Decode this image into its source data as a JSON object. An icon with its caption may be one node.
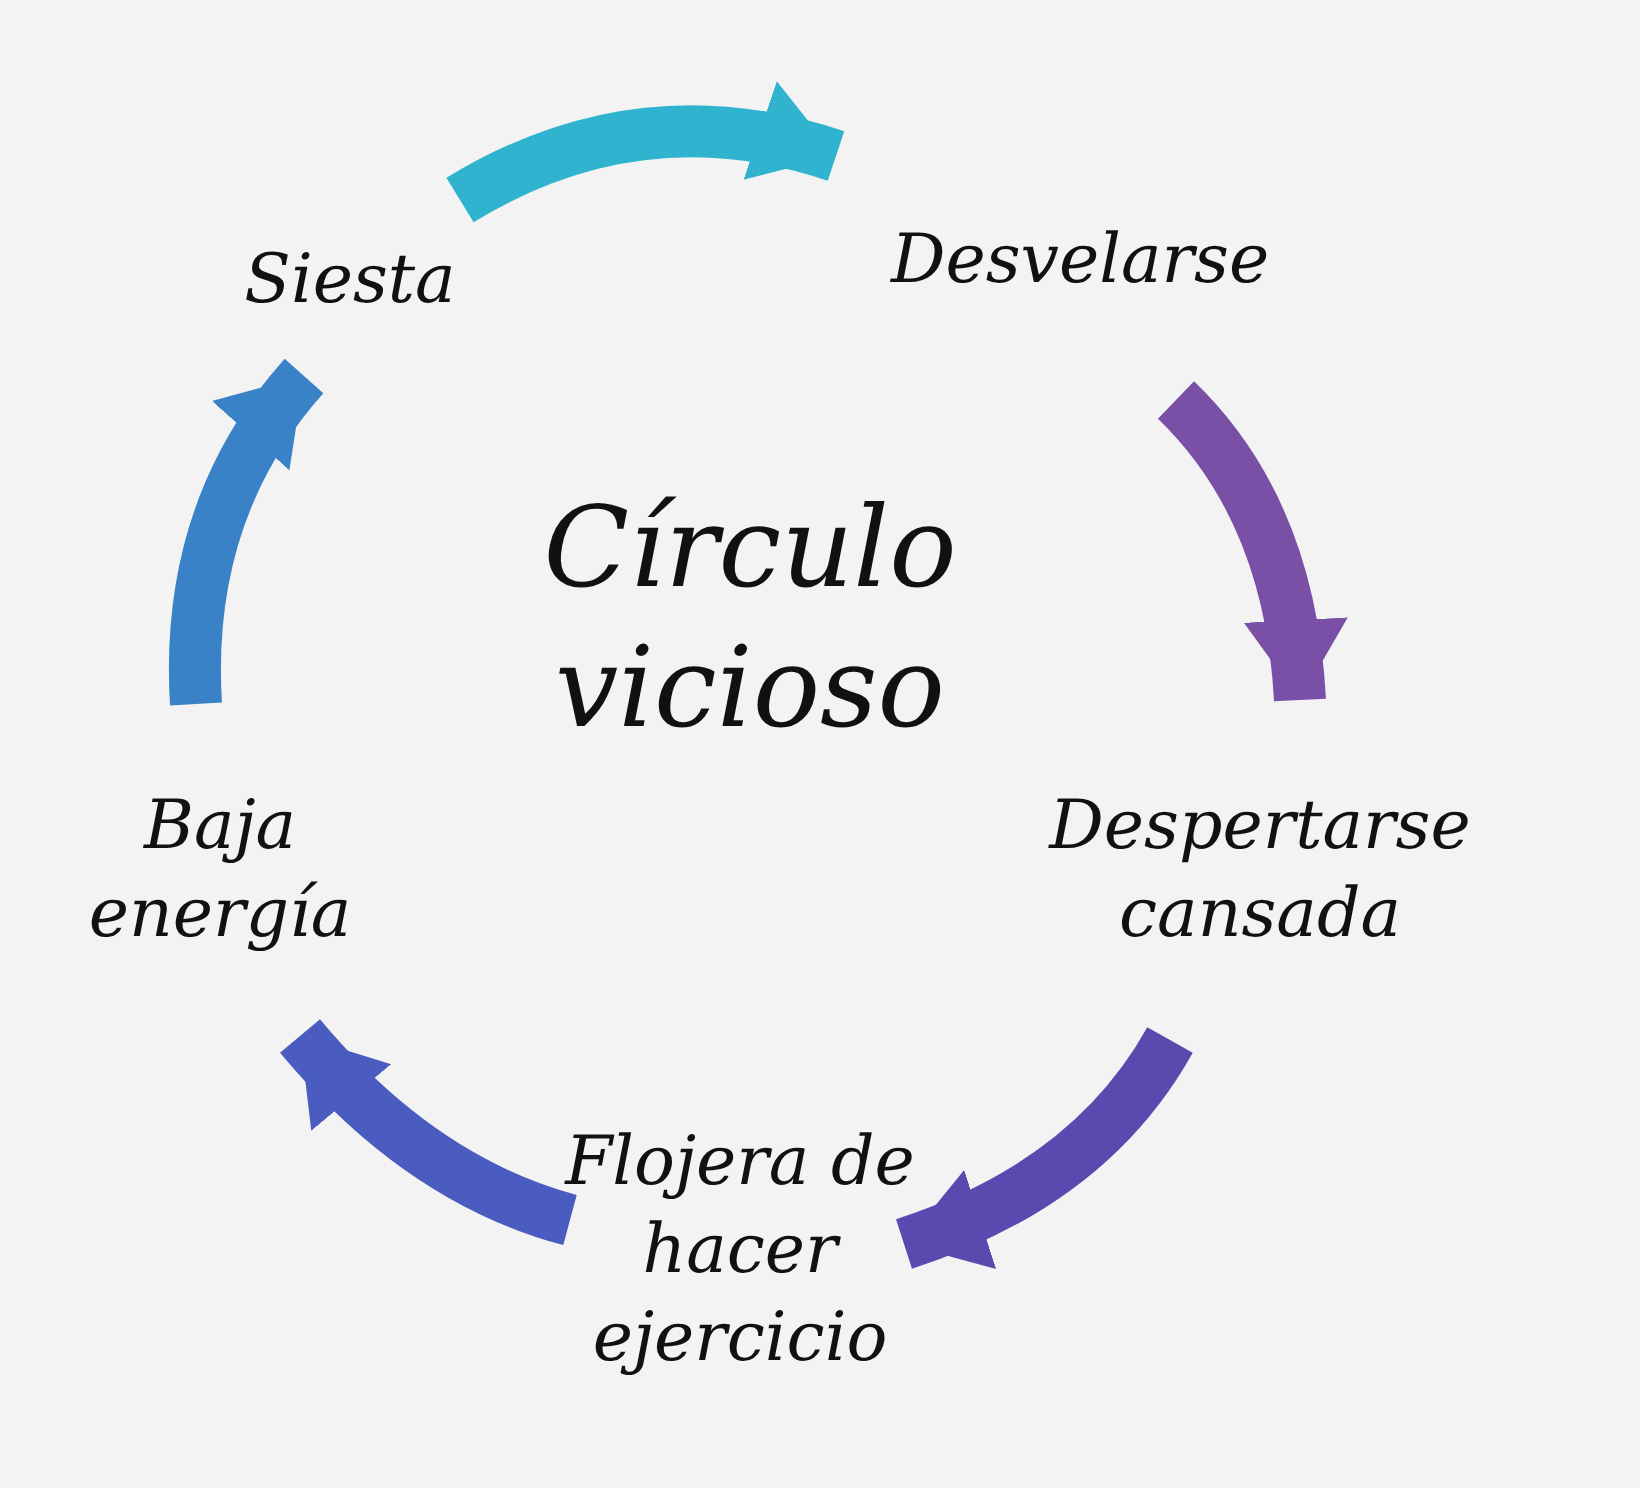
{
  "diagram": {
    "title": "Círculo vicioso",
    "nodes": [
      {
        "text": [
          "Siesta"
        ]
      },
      {
        "text": [
          "Desvelarse"
        ]
      },
      {
        "text": [
          "Despertarse cansada"
        ]
      },
      {
        "text": [
          "Flojera de hacer ejercicio"
        ]
      },
      {
        "text": [
          "Baja energía"
        ]
      }
    ],
    "edges": [
      {
        "from": 0,
        "to": 1,
        "arrow": "to",
        "color": "#2fb3cf"
      },
      {
        "from": 1,
        "to": 2,
        "arrow": "to",
        "color": "#7a4fa6"
      },
      {
        "from": 2,
        "to": 3,
        "arrow": "to",
        "color": "#5a4ab0"
      },
      {
        "from": 3,
        "to": 4,
        "arrow": "to",
        "color": "#4a5cc0"
      },
      {
        "from": 4,
        "to": 0,
        "arrow": "to",
        "color": "#3a82c8"
      }
    ]
  }
}
